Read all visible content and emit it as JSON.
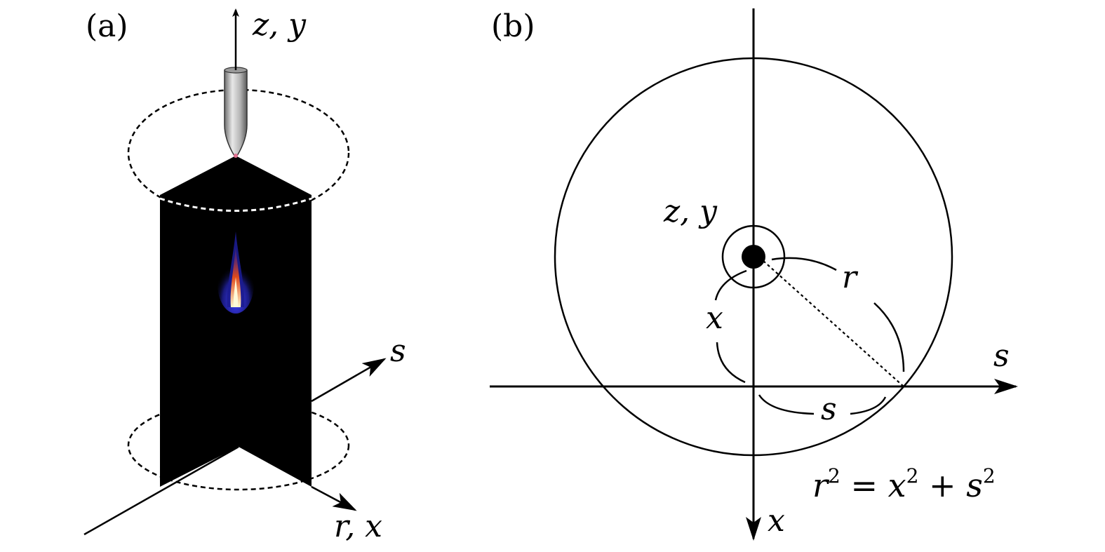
{
  "panel_a": {
    "label": "(a)",
    "axis_vertical_label": "z, y",
    "axis_s_label": "s",
    "axis_rx_label": "r, x"
  },
  "panel_b": {
    "label": "(b)",
    "center_label": "z, y",
    "axis_s_label": "s",
    "axis_x_label": "x",
    "dim_r_label": "r",
    "dim_x_label": "x",
    "dim_s_label": "s",
    "equation": {
      "r": "r",
      "r_exp": "2",
      "eq": " = ",
      "x": "x",
      "x_exp": "2",
      "plus": " + ",
      "s": "s",
      "s_exp": "2"
    }
  },
  "colors": {
    "ink": "#000000",
    "flame_core": "#fff3c0",
    "flame_mid": "#e0401a",
    "flame_outer": "#2a2aa8",
    "torch": "#a8a8a8"
  }
}
